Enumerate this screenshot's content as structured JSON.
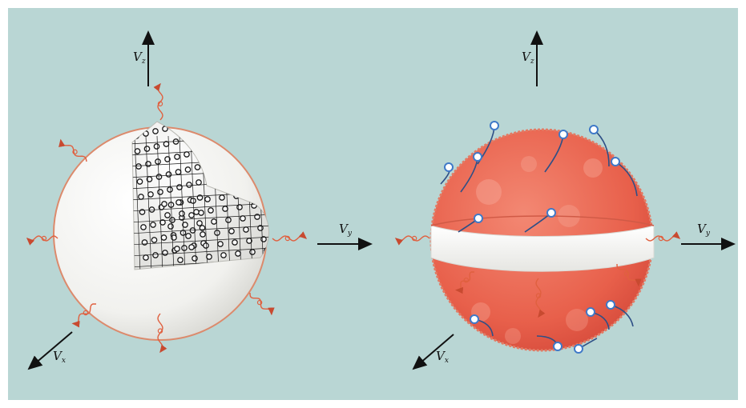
{
  "left_figure": {
    "axes": {
      "z": "V",
      "z_sub": "z",
      "y": "V",
      "y_sub": "y",
      "x": "V",
      "x_sub": "x"
    }
  },
  "right_figure": {
    "axes": {
      "z": "V",
      "z_sub": "z",
      "y": "V",
      "y_sub": "y",
      "x": "V",
      "x_sub": "x"
    }
  },
  "colors": {
    "background": "#b9d6d4",
    "sphere_white": "#f3f3f0",
    "sphere_red": "#e8604b",
    "emission": "#e0603f",
    "electron": "#3f79c8",
    "lattice": "#1b1b1b"
  }
}
